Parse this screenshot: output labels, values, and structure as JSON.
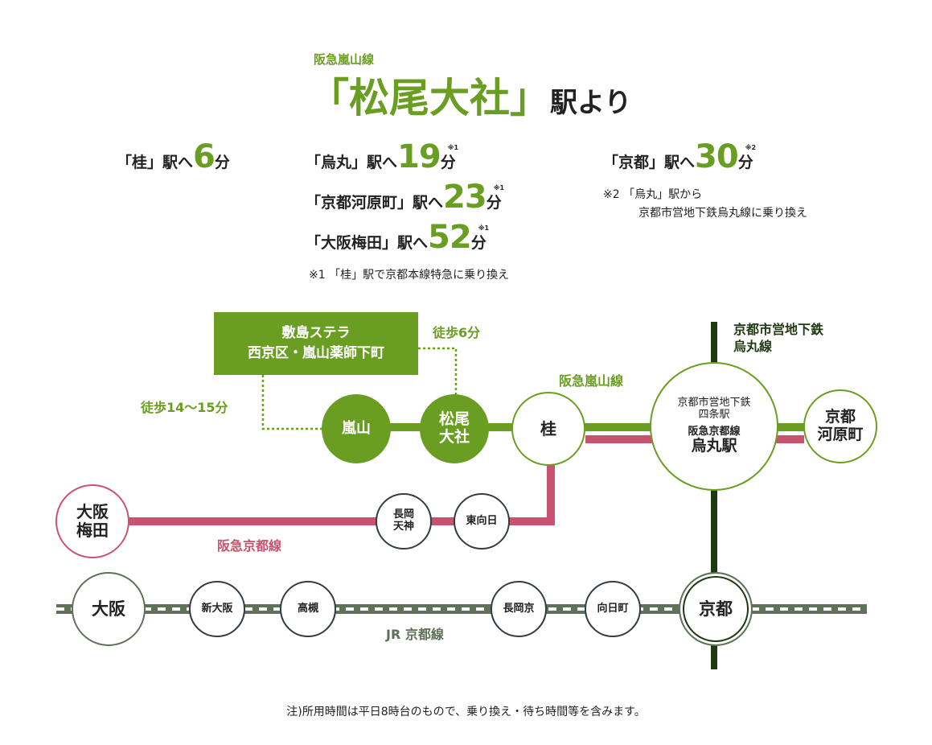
{
  "header": {
    "line": "阪急嵐山線",
    "station": "「松尾大社」",
    "suffix": "駅より"
  },
  "routes": [
    {
      "dest": "「桂」駅へ",
      "min": "6",
      "unit": "分",
      "mark": ""
    },
    {
      "dest": "「烏丸」駅へ",
      "min": "19",
      "unit": "分",
      "mark": "※1"
    },
    {
      "dest": "「京都河原町」駅へ",
      "min": "23",
      "unit": "分",
      "mark": "※1"
    },
    {
      "dest": "「大阪梅田」駅へ",
      "min": "52",
      "unit": "分",
      "mark": "※1"
    },
    {
      "dest": "「京都」駅へ",
      "min": "30",
      "unit": "分",
      "mark": "※2"
    }
  ],
  "notes": {
    "n1": "※1 「桂」駅で京都本線特急に乗り換え",
    "n2a": "※2 「烏丸」駅から",
    "n2b": "京都市営地下鉄烏丸線に乗り換え"
  },
  "property": {
    "line1": "敷島ステラ",
    "line2": "西京区・嵐山薬師下町"
  },
  "walk": {
    "short": "徒歩6分",
    "long": "徒歩14〜15分"
  },
  "lines": {
    "arashiyama": "阪急嵐山線",
    "kyoto": "阪急京都線",
    "jr": "JR 京都線",
    "subway1": "京都市営地下鉄",
    "subway2": "烏丸線"
  },
  "stations": {
    "arashiyama": "嵐山",
    "matsuo1": "松尾",
    "matsuo2": "大社",
    "katsura": "桂",
    "karasuma_a": "京都市営地下鉄",
    "karasuma_b": "四条駅",
    "karasuma_c": "阪急京都線",
    "karasuma_d": "烏丸駅",
    "kawaramachi1": "京都",
    "kawaramachi2": "河原町",
    "umeda1": "大阪",
    "umeda2": "梅田",
    "nagaoka1": "長岡",
    "nagaoka2": "天神",
    "higashimuko": "東向日",
    "osaka": "大阪",
    "shinosaka": "新大阪",
    "takatsuki": "高槻",
    "nagaokakyo": "長岡京",
    "mukomachi": "向日町",
    "kyoto": "京都"
  },
  "footer": "注)所用時間は平日8時台のもので、乗り換え・待ち時間等を含みます。",
  "colors": {
    "green": "#6a9e22",
    "pink": "#c9536f",
    "dark": "#1f3a12",
    "jr": "#5f7158"
  }
}
